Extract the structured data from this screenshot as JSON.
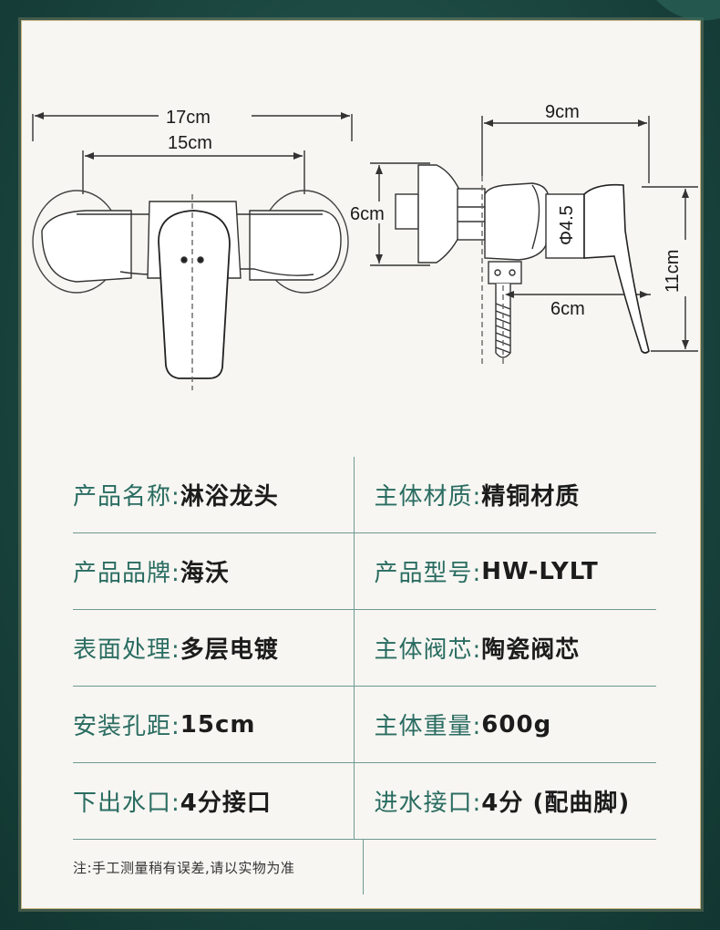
{
  "dimensions": {
    "width_total": "17cm",
    "hole_spacing": "15cm",
    "side_depth": "9cm",
    "flange_height": "6cm",
    "diameter": "Φ4.5",
    "handle_height": "11cm",
    "outlet_offset": "6cm"
  },
  "specs": [
    {
      "label": "产品名称:",
      "value": "淋浴龙头",
      "label2": "主体材质:",
      "value2": "精铜材质"
    },
    {
      "label": "产品品牌:",
      "value": "海沃",
      "label2": "产品型号:",
      "value2": "HW-LYLT"
    },
    {
      "label": "表面处理:",
      "value": "多层电镀",
      "label2": "主体阀芯:",
      "value2": "陶瓷阀芯"
    },
    {
      "label": "安装孔距:",
      "value": "15cm",
      "label2": "主体重量:",
      "value2": "600g"
    },
    {
      "label": "下出水口:",
      "value": "4分接口",
      "label2": "进水接口:",
      "value2": "4分 (配曲脚)"
    }
  ],
  "note": "注:手工测量稍有误差,请以实物为准",
  "colors": {
    "background": "#1d4a44",
    "card": "#f7f6f2",
    "border_gold": "#c9b98a",
    "label_green": "#2a6c61",
    "divider": "#6f9a92"
  }
}
